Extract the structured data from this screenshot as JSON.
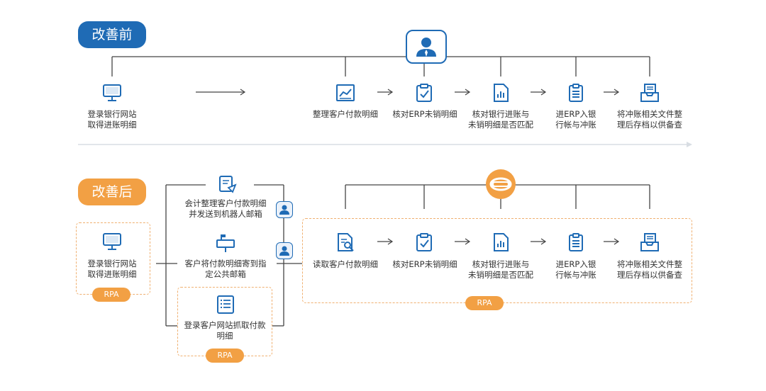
{
  "before": {
    "title": "改善前",
    "steps": [
      {
        "icon": "monitor-icon",
        "line1": "登录银行网站",
        "line2": "取得进账明细"
      },
      {
        "icon": "chart-icon",
        "line1": "整理客户付款明细",
        "line2": ""
      },
      {
        "icon": "clipboard-check-icon",
        "line1": "核对ERP未销明细",
        "line2": ""
      },
      {
        "icon": "document-chart-icon",
        "line1": "核对银行进账与",
        "line2": "未销明细是否匹配"
      },
      {
        "icon": "clipboard-list-icon",
        "line1": "进ERP入银",
        "line2": "行帐与冲账"
      },
      {
        "icon": "archive-tray-icon",
        "line1": "将冲账相关文件整",
        "line2": "理后存档以供备查"
      }
    ]
  },
  "after": {
    "title": "改善后",
    "rpa_label": "RPA",
    "left": {
      "line1": "登录银行网站",
      "line2": "取得进账明细"
    },
    "branches": [
      {
        "icon": "document-send-icon",
        "line1": "会计整理客户付款明细",
        "line2": "并发送到机器人邮箱"
      },
      {
        "icon": "mailbox-icon",
        "line1": "客户将付款明细寄到指",
        "line2": "定公共邮箱"
      },
      {
        "icon": "list-icon",
        "line1": "登录客户网站抓取付款",
        "line2": "明细"
      }
    ],
    "steps": [
      {
        "icon": "document-search-icon",
        "line1": "读取客户付款明细",
        "line2": ""
      },
      {
        "icon": "clipboard-check-icon",
        "line1": "核对ERP未销明细",
        "line2": ""
      },
      {
        "icon": "document-chart-icon",
        "line1": "核对银行进账与",
        "line2": "未销明细是否匹配"
      },
      {
        "icon": "clipboard-list-icon",
        "line1": "进ERP入银",
        "line2": "行帐与冲账"
      },
      {
        "icon": "archive-tray-icon",
        "line1": "将冲账相关文件整",
        "line2": "理后存档以供备查"
      }
    ]
  },
  "colors": {
    "blue": "#1f6bb5",
    "orange": "#f2a044",
    "line": "#444444"
  }
}
